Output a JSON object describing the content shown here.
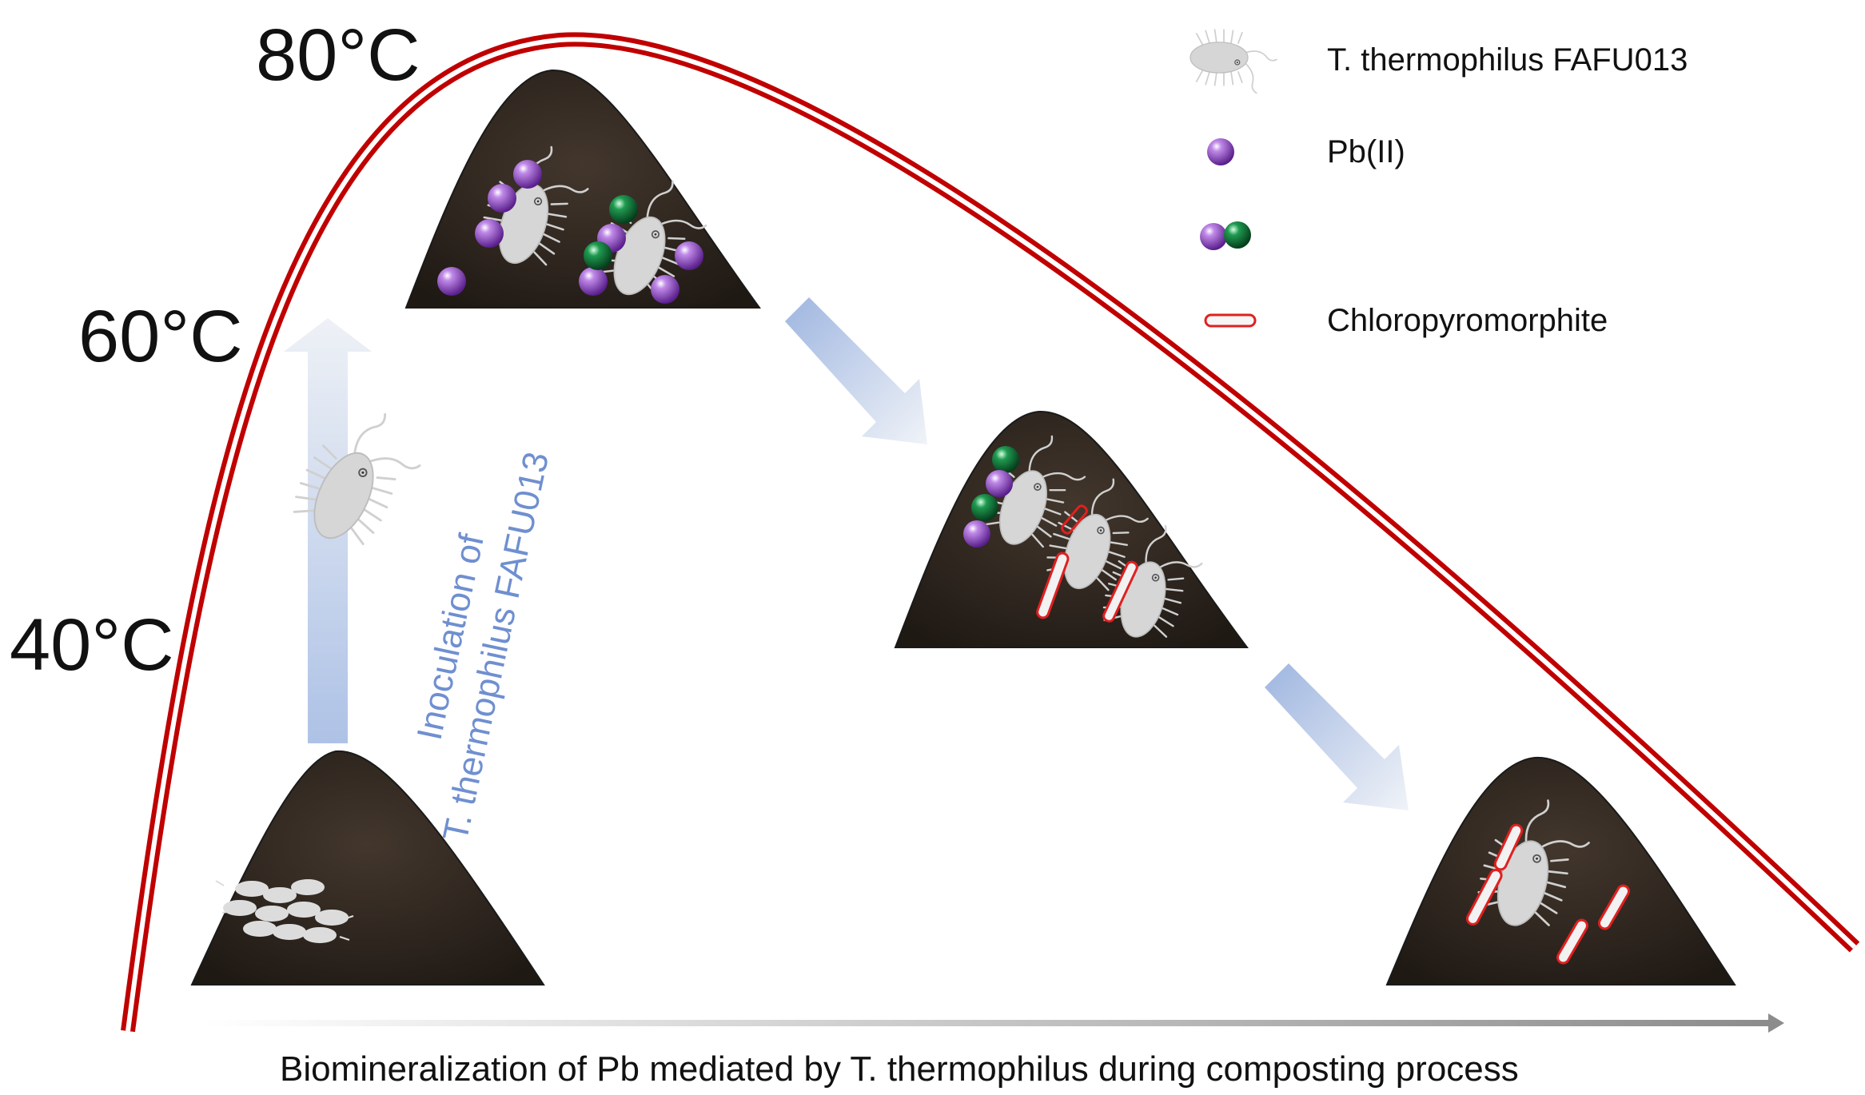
{
  "temperatures": {
    "t80": "80°C",
    "t60": "60°C",
    "t40": "40°C"
  },
  "inoculation": {
    "line1": "Inoculation of",
    "line2": "T. thermophilus FAFU013"
  },
  "legend": {
    "bacterium": "T. thermophilus FAFU013",
    "pb": "Pb(II)",
    "complex": "",
    "crystal": "Chloropyromorphite"
  },
  "caption": "Biomineralization of Pb mediated by T. thermophilus during composting process",
  "colors": {
    "curve": "#c00000",
    "mound": "#2e2620",
    "pb_ion": "#8a3fc4",
    "partner_ion": "#0f6b33",
    "crystal_edge": "#e02020",
    "arrow_blue": "#9fb6e0",
    "bacterium": "#d9d9d9",
    "axis": "#9a9a9a"
  }
}
